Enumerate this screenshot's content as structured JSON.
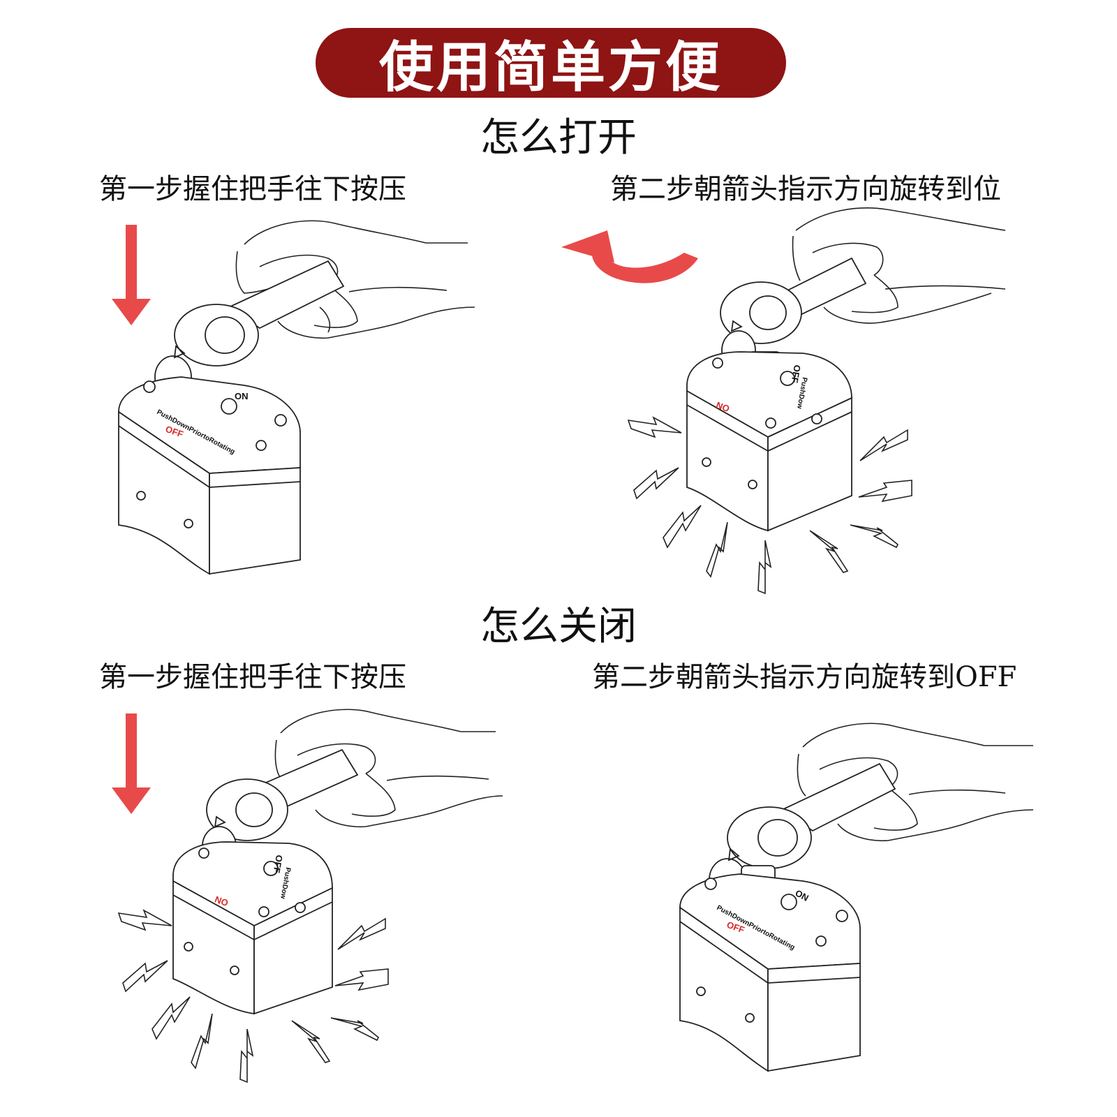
{
  "banner": {
    "title": "使用简单方便"
  },
  "open_section": {
    "title": "怎么打开",
    "step1": "第一步握住把手往下按压",
    "step2": "第二步朝箭头指示方向旋转到位"
  },
  "close_section": {
    "title": "怎么关闭",
    "step1": "第一步握住把手往下按压",
    "step2": "第二步朝箭头指示方向旋转到OFF"
  },
  "device_labels": {
    "on": "ON",
    "off": "OFF",
    "push_full": "PushDownPriortoRotating",
    "push_short": "PushDow"
  },
  "colors": {
    "banner": "#8f1414",
    "arrow": "#e84a4a",
    "mark_red": "#d82a2a"
  }
}
